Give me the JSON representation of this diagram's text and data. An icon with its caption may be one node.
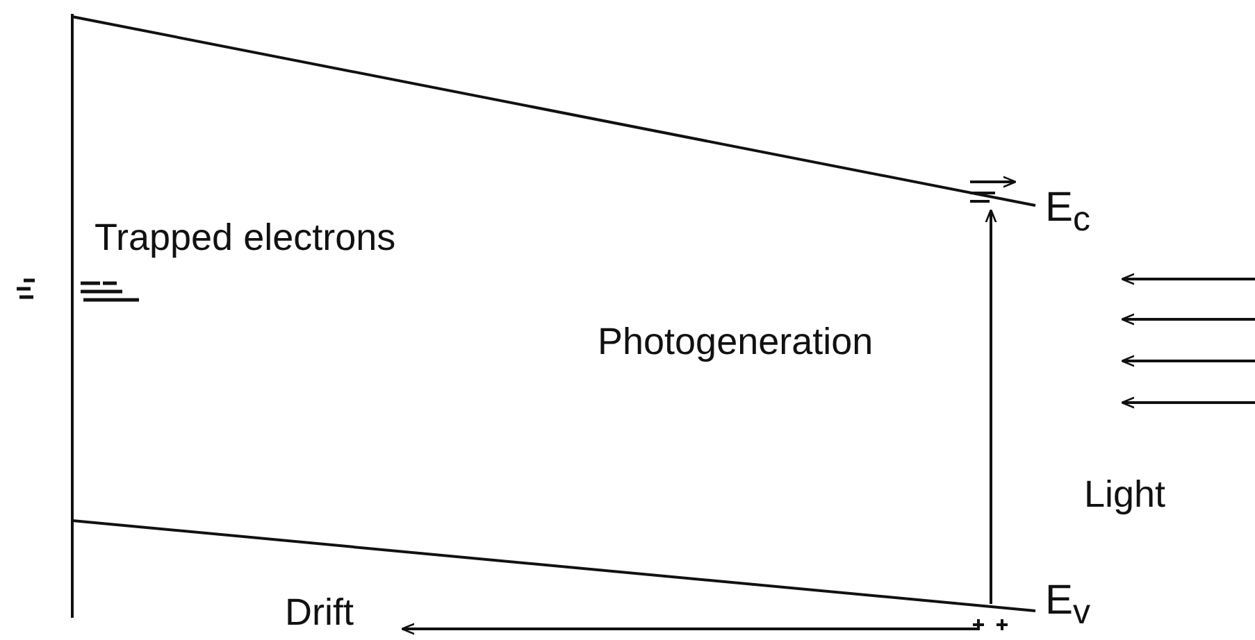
{
  "diagram": {
    "labels": [
      "E$_{c}$",
      "Trapped electrons",
      "Photogeneration",
      "Light",
      "E$_{v}$",
      "Drift"
    ]
  }
}
